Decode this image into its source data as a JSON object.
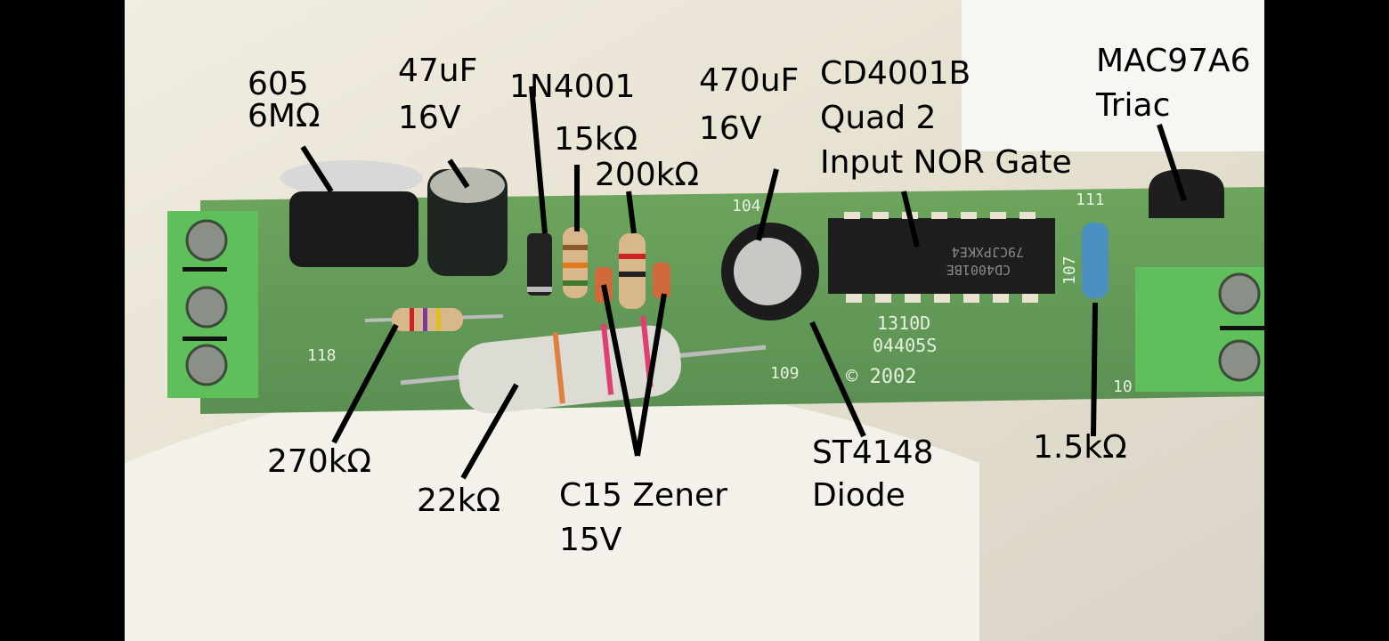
{
  "labels": {
    "trimmer_a": "605",
    "trimmer_b": "6MΩ",
    "cap1_a": "47uF",
    "cap1_b": "16V",
    "diode1": "1N4001",
    "res15k": "15kΩ",
    "res200k": "200kΩ",
    "cap2_a": "470uF",
    "cap2_b": "16V",
    "ic_a": "CD4001B",
    "ic_b": "Quad 2",
    "ic_c": "Input NOR Gate",
    "triac_a": "MAC97A6",
    "triac_b": "Triac",
    "res270k": "270kΩ",
    "res22k": "22kΩ",
    "zener_a": "C15 Zener",
    "zener_b": "15V",
    "diode2_a": "ST4148",
    "diode2_b": "Diode",
    "res1k5": "1.5kΩ"
  },
  "pcb_markings": {
    "ref118": "118",
    "ref109": "109",
    "ref104": "104",
    "ref111": "111",
    "ref107": "107",
    "ref10": "10",
    "code1": "1310D",
    "code2": "04405S",
    "copyright": "© 2002",
    "chip_line1": "CD4001BE",
    "chip_line2": "79CJPXKE4"
  },
  "colors": {
    "pcb": "#5f9a55",
    "terminal": "#5fbf5a",
    "background": "#e9e4d6",
    "annotation": "#000000"
  }
}
